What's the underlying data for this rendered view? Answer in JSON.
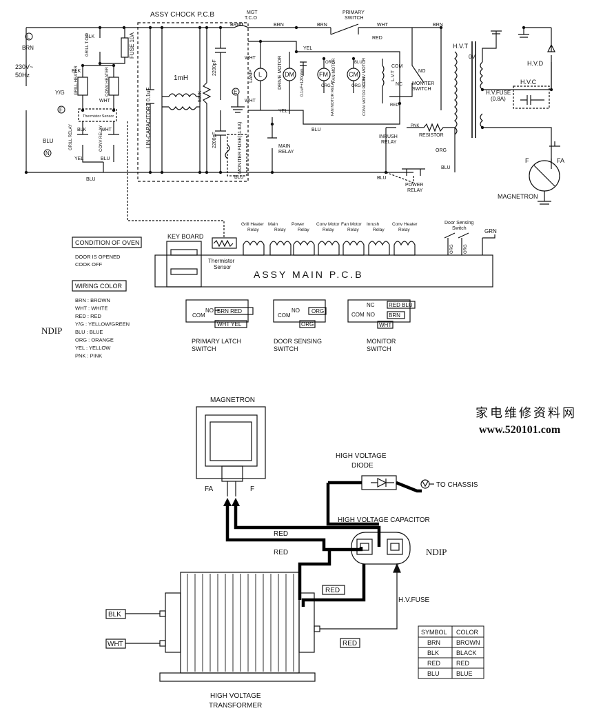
{
  "upper": {
    "assy_chock_pcb": "ASSY CHOCK P.C.B",
    "mgt_tco": "MGT",
    "mgt_tco2": "T.C.O",
    "primary_switch": "PRIMARY",
    "primary_switch2": "SWITCH",
    "l_terminal": "L",
    "n_terminal": "N",
    "f_terminal": "F",
    "e_terminal": "E",
    "supply1": "230V~",
    "supply2": "50Hz",
    "yg": "Y/G",
    "brn": "BRN",
    "blu": "BLU",
    "wht": "WHT",
    "yel": "YEL",
    "red": "RED",
    "org": "ORG",
    "pnk": "PNK",
    "grn": "GRN",
    "fuse10a": "FUSE 10A",
    "grill_tco": "GRILL T.C.O",
    "blk": "BLK",
    "grill_heater": "GRILL HEATER",
    "conv_heater": "CONV HEATER",
    "thermistor_sensor": "Thermistor Sensor",
    "grill_relay": "GRILL RELAY",
    "conv_relay": "CONV RELAY",
    "lin_capacitor": "LIN-CAPACITORT 0.1uF",
    "one_mh": "1mH",
    "r500k": "500K",
    "c2200pf_a": "2200pF",
    "c2200pf_b": "2200pF",
    "monitor_fuse": "MONITER FUSE(11.6A)",
    "lamp": "LAMP",
    "lamp_sym": "L",
    "drive_motor": "DRIVE MOTOR",
    "dm": "DM",
    "snubber": "0.1uF+120ohm",
    "fm": "FM",
    "fan_motor": "FAN MOTOR",
    "cm": "CM",
    "conv_motor": "CONV MOTOR",
    "lvt": "L.V.T",
    "fan_motor_relay": "FAN MOTOR RELAY",
    "conv_motor_relay": "CONV MOTOR RELAY",
    "main_relay": "MAIN RELAY",
    "com": "COM",
    "no": "NO",
    "nc": "NC",
    "monitor_switch": "MONITER SWITCH",
    "inrush_relay": "INRUSH RELAY",
    "resistor": "RESISTOR",
    "power_relay": "POWER RELAY",
    "hvt": "H.V.T",
    "zero_v": "0V",
    "hvd": "H.V.D",
    "hvc": "H.V.C",
    "hvfuse": "H.V.FUSE",
    "hvfuse2": "(0.8A)",
    "f": "F",
    "fa": "FA",
    "magnetron": "MAGNETRON"
  },
  "main_pcb": {
    "key_board": "KEY BOARD",
    "thermistor": "Thermistor",
    "sensor": "Sensor",
    "title": "ASSY MAIN P.C.B",
    "relays": [
      [
        "Grill Heater",
        "Relay"
      ],
      [
        "Main",
        "Relay"
      ],
      [
        "Power",
        "Relay"
      ],
      [
        "Conv Motor",
        "Relay"
      ],
      [
        "Fan Motor",
        "Relay"
      ],
      [
        "Inrush",
        "Relay"
      ],
      [
        "Conv Heater",
        "Relay"
      ]
    ],
    "door_sensing": "Door Sensing",
    "door_sensing2": "Switch",
    "org": "ORG",
    "grn": "GRN"
  },
  "legend": {
    "condition_title": "CONDITION OF OVEN",
    "condition_lines": [
      "DOOR IS OPENED",
      "COOK OFF"
    ],
    "wiring_title": "WIRING COLOR",
    "wiring_lines": [
      "BRN : BROWN",
      "WHT : WHITE",
      "RED : RED",
      "Y/G : YELLOW/GREEN",
      "BLU : BLUE",
      "ORG : ORANGE",
      "YEL : YELLOW",
      "PNK : PINK"
    ],
    "ndip": "NDIP"
  },
  "switches": {
    "primary": {
      "com": "COM",
      "no": "NO",
      "w1": "BRN RED",
      "w2": "WHT YEL",
      "name1": "PRIMARY LATCH",
      "name2": "SWITCH"
    },
    "door": {
      "com": "COM",
      "no": "NO",
      "w1": "ORG",
      "w2": "ORG",
      "name1": "DOOR SENSING",
      "name2": "SWITCH"
    },
    "monitor": {
      "com": "COM",
      "nc": "NC",
      "no": "NO",
      "w1": "RED BLU",
      "w2": "BRN",
      "w3": "WHT",
      "name1": "MONITOR",
      "name2": "SWITCH"
    }
  },
  "watermark": {
    "cn": "家电维修资料网",
    "url": "www.520101.com"
  },
  "lower": {
    "magnetron": "MAGNETRON",
    "fa": "FA",
    "f": "F",
    "hv_diode1": "HIGH VOLTAGE",
    "hv_diode2": "DIODE",
    "to_chassis": "TO CHASSIS",
    "hv_cap": "HIGH VOLTAGE CAPACITOR",
    "red1": "RED",
    "red2": "RED",
    "red3": "RED",
    "red4": "RED",
    "hvfuse": "H.V.FUSE",
    "ndip": "NDIP",
    "blk": "BLK",
    "wht": "WHT",
    "hvt1": "HIGH VOLTAGE",
    "hvt2": "TRANSFORMER"
  },
  "color_table": {
    "headers": [
      "SYMBOL",
      "COLOR"
    ],
    "rows": [
      [
        "BRN",
        "BROWN"
      ],
      [
        "BLK",
        "BLACK"
      ],
      [
        "RED",
        "RED"
      ],
      [
        "BLU",
        "BLUE"
      ]
    ]
  }
}
